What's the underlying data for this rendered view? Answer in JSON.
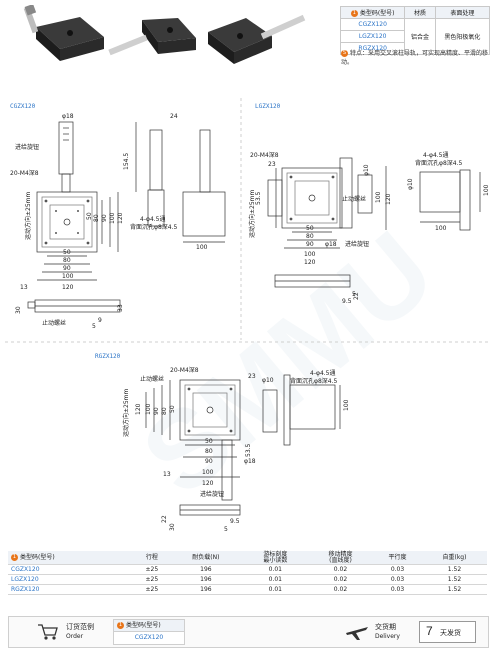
{
  "spec": {
    "headers": [
      "类型码(型号)",
      "材质",
      "表面处理"
    ],
    "models": [
      "CGZX120",
      "LGZX120",
      "RGZX120"
    ],
    "material": "铝合金",
    "treatment": "黑色阳极氧化"
  },
  "feature": {
    "label": "特点",
    "text": "：采用交叉滚柱导轨，可实现高精度、平滑的移动。"
  },
  "sections": {
    "cgzx": "CGZX120",
    "lgzx": "LGZX120",
    "rgzx": "RGZX120"
  },
  "cgzx": {
    "knob": "进给旋钮",
    "thread": "20-M4深8",
    "travel": "运动方向±25mm",
    "holes": "4-φ4.5通",
    "counterbore": "背面沉孔φ8深4.5",
    "lock": "止动螺丝",
    "dims": {
      "d18": "φ18",
      "d24": "24",
      "d154": "154.5",
      "d120v": "120",
      "d100v": "100",
      "d90v": "90",
      "d80v": "80",
      "d50v": "50",
      "d50h": "50",
      "d80h": "80",
      "d90h": "90",
      "d100h": "100",
      "d120h": "120",
      "d13": "13",
      "d9": "9",
      "d5": "5",
      "d33": "33",
      "d30": "30",
      "d100s": "100"
    }
  },
  "lgzx": {
    "thread": "20-M4深8",
    "travel": "运动方向±25mm",
    "holes": "4-φ4.5通",
    "counterbore": "背面沉孔φ8深4.5",
    "lock": "止动螺丝",
    "knob": "进给旋钮",
    "dims": {
      "d23": "23",
      "d10": "φ10",
      "d120": "120",
      "d100": "100",
      "d53": "53.5",
      "d50": "50",
      "d80": "80",
      "d90": "90",
      "d100h": "100",
      "d120h": "120",
      "d18": "φ18",
      "d5": "5",
      "d9": "9.5",
      "d22": "22",
      "d100r": "100",
      "d10r": "φ10"
    }
  },
  "rgzx": {
    "thread": "20-M4深8",
    "lock": "止动螺丝",
    "holes": "4-φ4.5通",
    "counterbore": "背面沉孔φ8深4.5",
    "travel": "运动方向±25mm",
    "knob": "进给旋钮",
    "dims": {
      "d23": "23",
      "d120": "120",
      "d100": "100",
      "d90": "90",
      "d80": "80",
      "d50": "50",
      "d13": "13",
      "d53": "53.5",
      "d18": "φ18",
      "d10": "φ10",
      "d100r": "100",
      "d9": "9.5",
      "d5": "5",
      "d22": "22",
      "d30": "30"
    }
  },
  "table": {
    "headers": [
      "类型码(型号)",
      "行程",
      "耐负载(N)",
      "游标刻度\n最小读数",
      "移动精度\n(直线度)",
      "平行度",
      "自重(kg)"
    ],
    "rows": [
      [
        "CGZX120",
        "±25",
        "196",
        "0.01",
        "0.02",
        "0.03",
        "1.52"
      ],
      [
        "LGZX120",
        "±25",
        "196",
        "0.01",
        "0.02",
        "0.03",
        "1.52"
      ],
      [
        "RGZX120",
        "±25",
        "196",
        "0.01",
        "0.02",
        "0.03",
        "1.52"
      ]
    ]
  },
  "order": {
    "example_label": "订货范例",
    "example_sub": "Order",
    "code_header": "类型码(型号)",
    "code_value": "CGZX120",
    "delivery_label": "交货期",
    "delivery_sub": "Delivery",
    "days": "7",
    "days_unit": "天发货"
  },
  "watermark": "SMMU",
  "colors": {
    "accent": "#2b74c7",
    "badge": "#e8751a",
    "header_bg": "#eef2f7"
  }
}
